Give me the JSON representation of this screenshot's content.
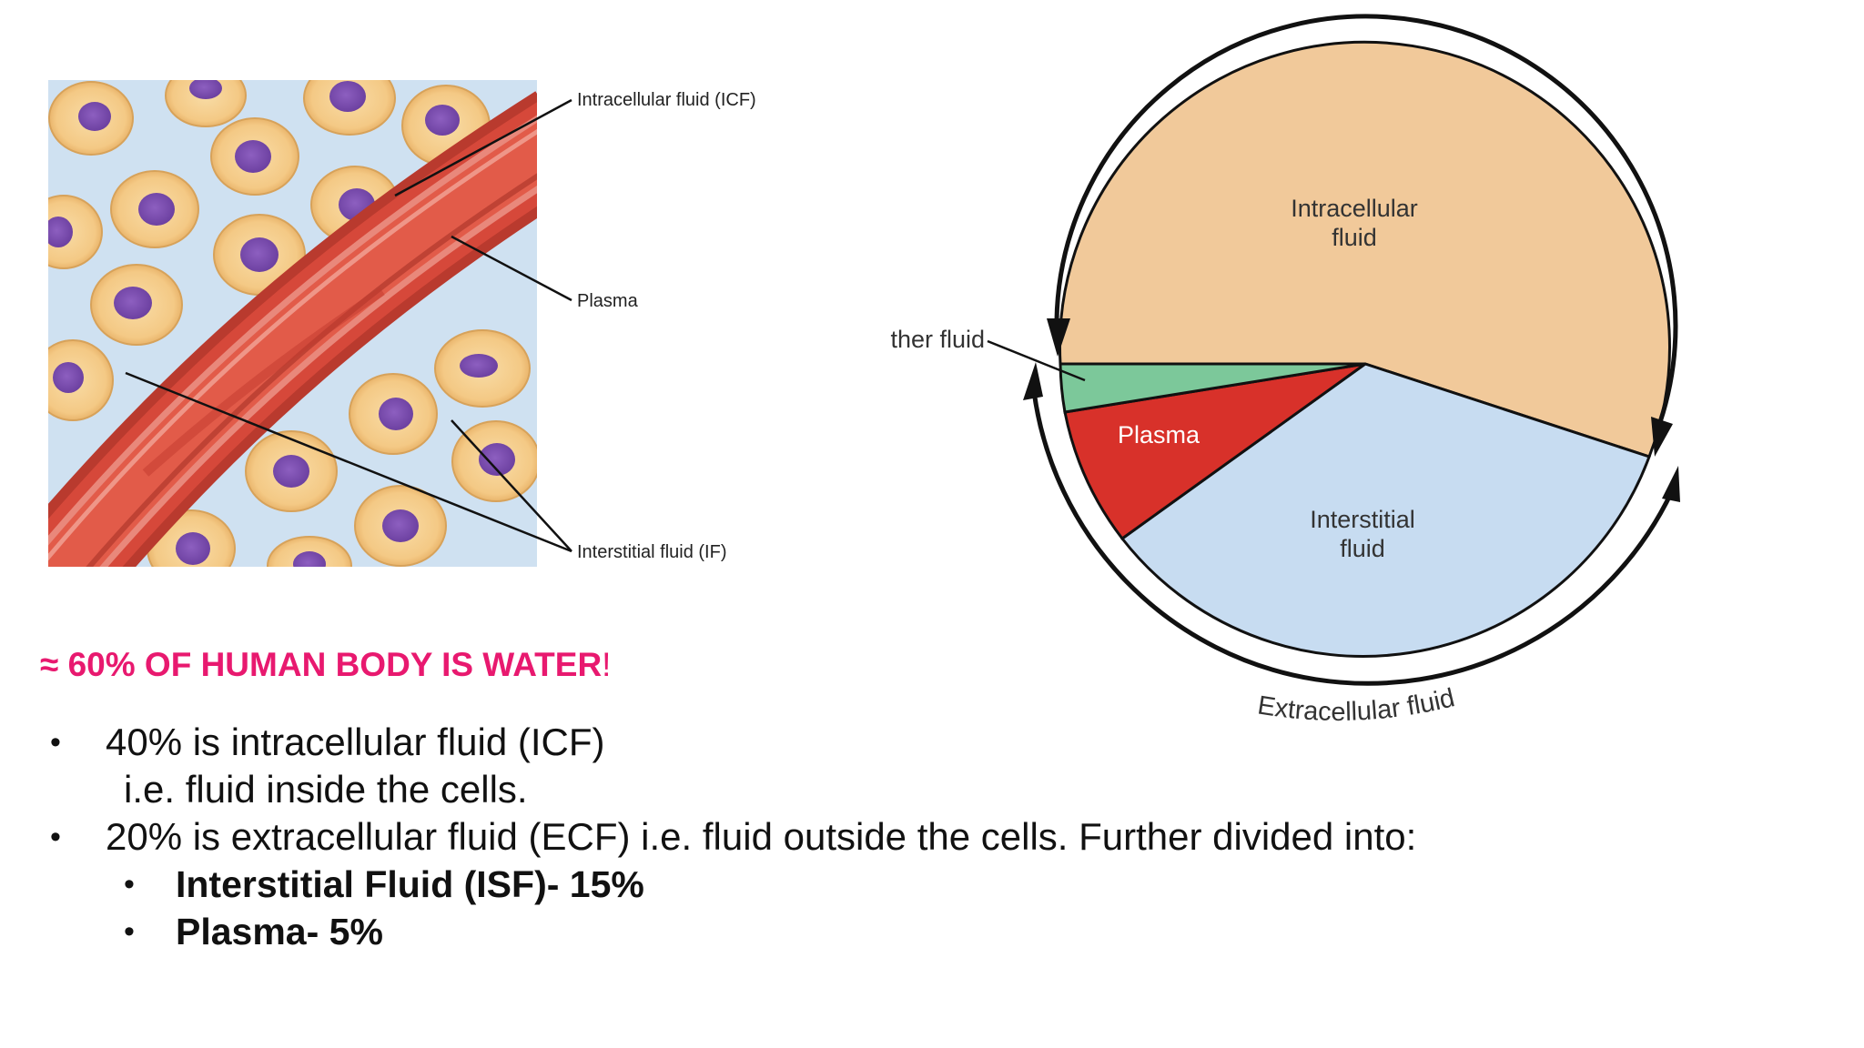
{
  "cells_diagram": {
    "labels": {
      "icf": "Intracellular fluid (ICF)",
      "plasma": "Plasma",
      "if": "Interstitial fluid (IF)"
    }
  },
  "pie_diagram": {
    "labels": {
      "intracellular": [
        "Intracellular",
        "fluid"
      ],
      "other": "ther fluid",
      "plasma": "Plasma",
      "interstitial": [
        "Interstitial",
        "fluid"
      ],
      "extracellular": "Extracellular fluid"
    },
    "colors": {
      "intracellular": "#f1c99a",
      "interstitial": "#c7dcf1",
      "plasma": "#d8312a",
      "other": "#7cc89a"
    }
  },
  "headline": {
    "text": "≈ 60% OF HUMAN BODY IS WATER",
    "suffix": "!",
    "color": "#e8196f"
  },
  "bullets": {
    "b1_line1": "40% is intracellular fluid (ICF)",
    "b1_line2": "i.e. fluid inside the cells.",
    "b2": "20% is extracellular fluid (ECF) i.e. fluid outside the cells. Further divided into:",
    "sub1": "Interstitial Fluid (ISF)- 15%",
    "sub2": "Plasma- 5%",
    "dot": "•"
  }
}
